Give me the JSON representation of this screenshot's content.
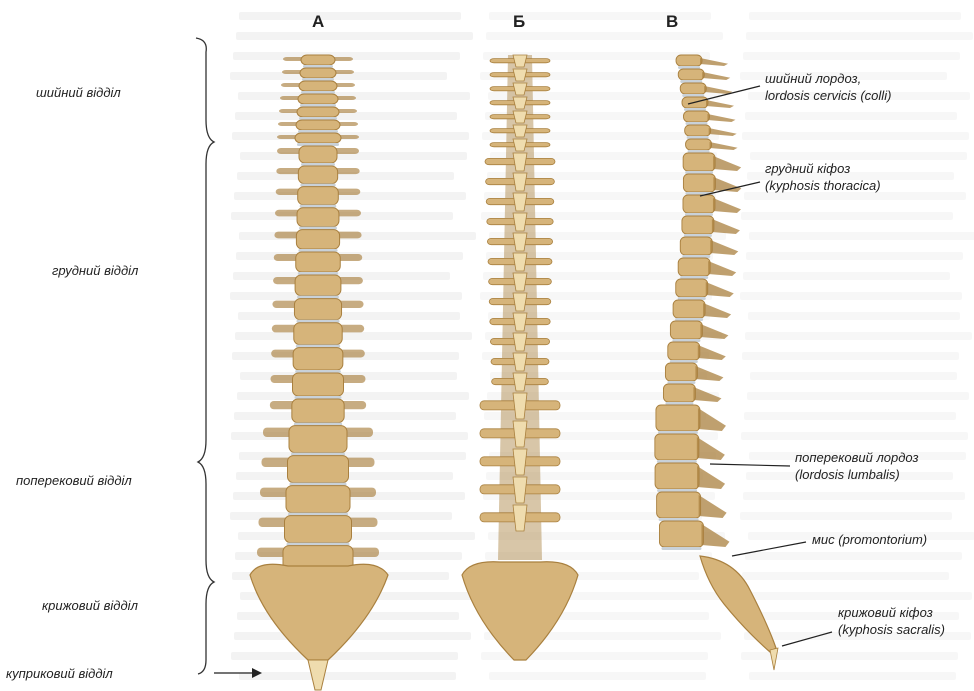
{
  "panels": {
    "a": "А",
    "b": "Б",
    "c": "В"
  },
  "regions": {
    "cervical": "шийний відділ",
    "thoracic": "грудний відділ",
    "lumbar": "поперековий відділ",
    "sacral": "крижовий відділ",
    "coccygeal": "куприковий відділ"
  },
  "curves": {
    "cervical_lordosis": {
      "ua": "шийний лордоз,",
      "lat": "lordosis cervicis (colli)"
    },
    "thoracic_kyphosis": {
      "ua": "грудний кіфоз",
      "lat": "(kyphosis thoracica)"
    },
    "lumbar_lordosis": {
      "ua": "поперековий лордоз",
      "lat": "(lordosis lumbalis)"
    },
    "promontory": {
      "ua": "мис (promontorium)"
    },
    "sacral_kyphosis": {
      "ua": "крижовий кіфоз",
      "lat": "(kyphosis sacralis)"
    }
  },
  "colors": {
    "bone": "#d6b47a",
    "bone_dark": "#a9803f",
    "bone_light": "#efdcae",
    "disc": "#c9d1d8",
    "line": "#222222"
  }
}
